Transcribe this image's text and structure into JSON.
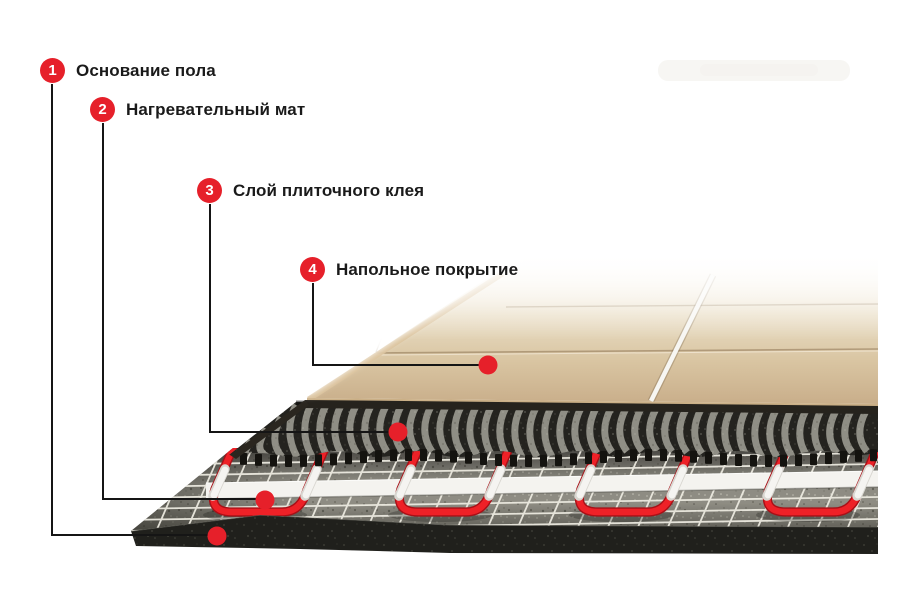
{
  "callouts": [
    {
      "number": "1",
      "label": "Основание пола"
    },
    {
      "number": "2",
      "label": "Нагревательный мат"
    },
    {
      "number": "3",
      "label": "Слой плиточного клея"
    },
    {
      "number": "4",
      "label": "Напольное покрытие"
    }
  ],
  "diagram": {
    "type": "layer-cutaway",
    "layers_bottom_to_top": [
      "Основание пола",
      "Нагревательный мат",
      "Слой плиточного клея",
      "Напольное покрытие"
    ],
    "colors": {
      "accent_red": "#e6202a",
      "cable_red": "#ee2127",
      "cable_dark_red": "#a81017",
      "tile_beige": "#d9c5a2",
      "adhesive_dark": "#24231f",
      "adhesive_ridge_gray": "#8f8e85",
      "concrete_gray": "#8e8c83",
      "base_black": "#20201c",
      "mesh_white": "#efede3",
      "tape_white": "#f4f3ef",
      "label_text": "#1a1a1a",
      "callout_line": "#151515",
      "background": "#ffffff"
    }
  }
}
